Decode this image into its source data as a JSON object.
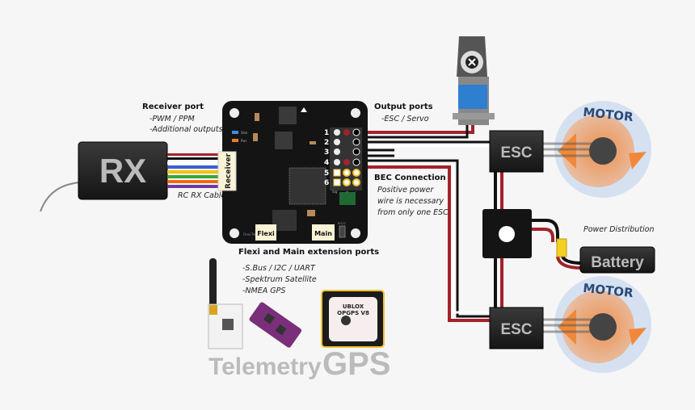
{
  "rx": {
    "label": "RX",
    "cable_label": "RC RX Cable"
  },
  "receiver_port": {
    "title": "Receiver port",
    "lines": [
      "-PWM / PPM",
      "-Additional outputs"
    ],
    "connector_label": "Receiver"
  },
  "board": {
    "led_labels": [
      "Stat",
      "Pwr"
    ],
    "pin_numbers": [
      "1",
      "2",
      "3",
      "4",
      "5",
      "6"
    ],
    "pin_header": [
      "Sig",
      "+",
      "-"
    ],
    "flexi_port_small": "Flexi Port",
    "flexi_label": "Flexi",
    "main_label": "Main",
    "switch_label": "BOOT"
  },
  "output_ports": {
    "title": "Output ports",
    "lines": [
      "-ESC / Servo"
    ]
  },
  "bec": {
    "title": "BEC Connection",
    "lines": [
      "Positive power",
      "wire is necessary",
      "from only one ESC"
    ]
  },
  "extension": {
    "title": "Flexi and Main extension ports",
    "lines": [
      "-S.Bus / I2C / UART",
      "-Spektrum Satellite",
      "-NMEA GPS"
    ]
  },
  "esc": {
    "top_label": "ESC",
    "bottom_label": "ESC"
  },
  "motor": {
    "top_label": "MOTOR",
    "bottom_label": "MOTOR"
  },
  "power": {
    "title": "Power Distribution",
    "battery_label": "Battery"
  },
  "gps_module": {
    "line1": "UBLOX",
    "line2": "OPGPS V8"
  },
  "captions": {
    "telemetry": "Telemetry",
    "gps": "GPS"
  },
  "colors": {
    "board": "#141414",
    "wire_red": "#a3222a",
    "motor_ring": "#cfdcef",
    "motor_text": "#2b4a7a",
    "arrow": "#f0883a",
    "gps_border": "#f2c230",
    "telemetry_purple": "#7a2f7a"
  }
}
